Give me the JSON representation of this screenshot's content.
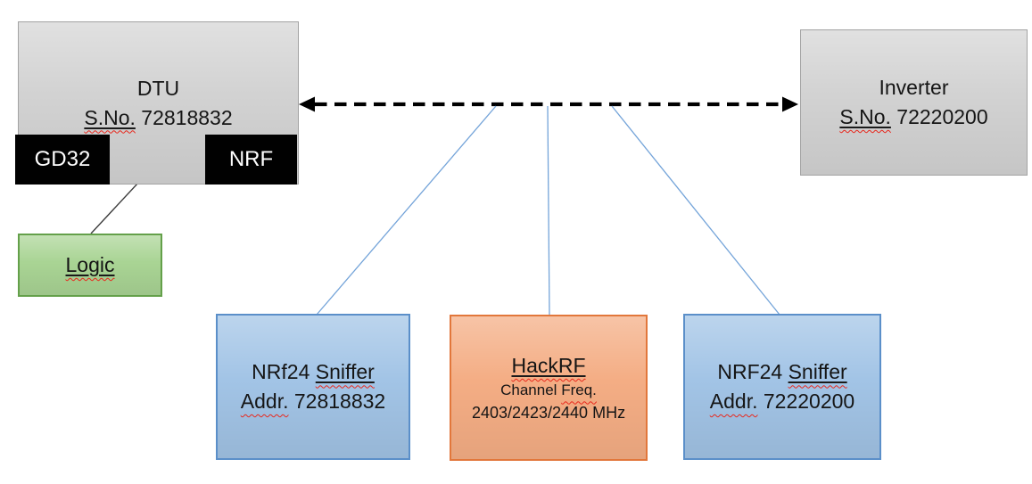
{
  "colors": {
    "gray_fill": "#d2d2d2",
    "gray_border": "#a3a3a3",
    "black_fill": "#010101",
    "green_fill": "#a9d494",
    "green_border": "#64a04a",
    "blue_fill": "#a2c4e6",
    "blue_border": "#5b8fc9",
    "orange_fill": "#f4ad84",
    "orange_border": "#e2773b",
    "connector_blue": "#74a4d9",
    "squiggle_red": "#e8271c",
    "text_dark": "#151515",
    "text_light": "#ffffff"
  },
  "boxes": {
    "dtu": {
      "title": "DTU",
      "serial_label": "S.No.",
      "serial_value": "72818832"
    },
    "gd32": {
      "label": "GD32"
    },
    "nrf": {
      "label": "NRF"
    },
    "logic": {
      "label": "Logic"
    },
    "inverter": {
      "title": "Inverter",
      "serial_label": "S.No.",
      "serial_value": "72220200"
    },
    "sniffer_left": {
      "name": "NRf24",
      "word": "Sniffer",
      "addr_label": "Addr.",
      "addr_value": "72818832"
    },
    "hackrf": {
      "title": "HackRF",
      "freq_prefix": "Channel",
      "freq_word": "Freq.",
      "freq_value": "2403/2423/2440 MHz"
    },
    "sniffer_right": {
      "name": "NRF24",
      "word": "Sniffer",
      "addr_label": "Addr.",
      "addr_value": "72220200"
    }
  }
}
